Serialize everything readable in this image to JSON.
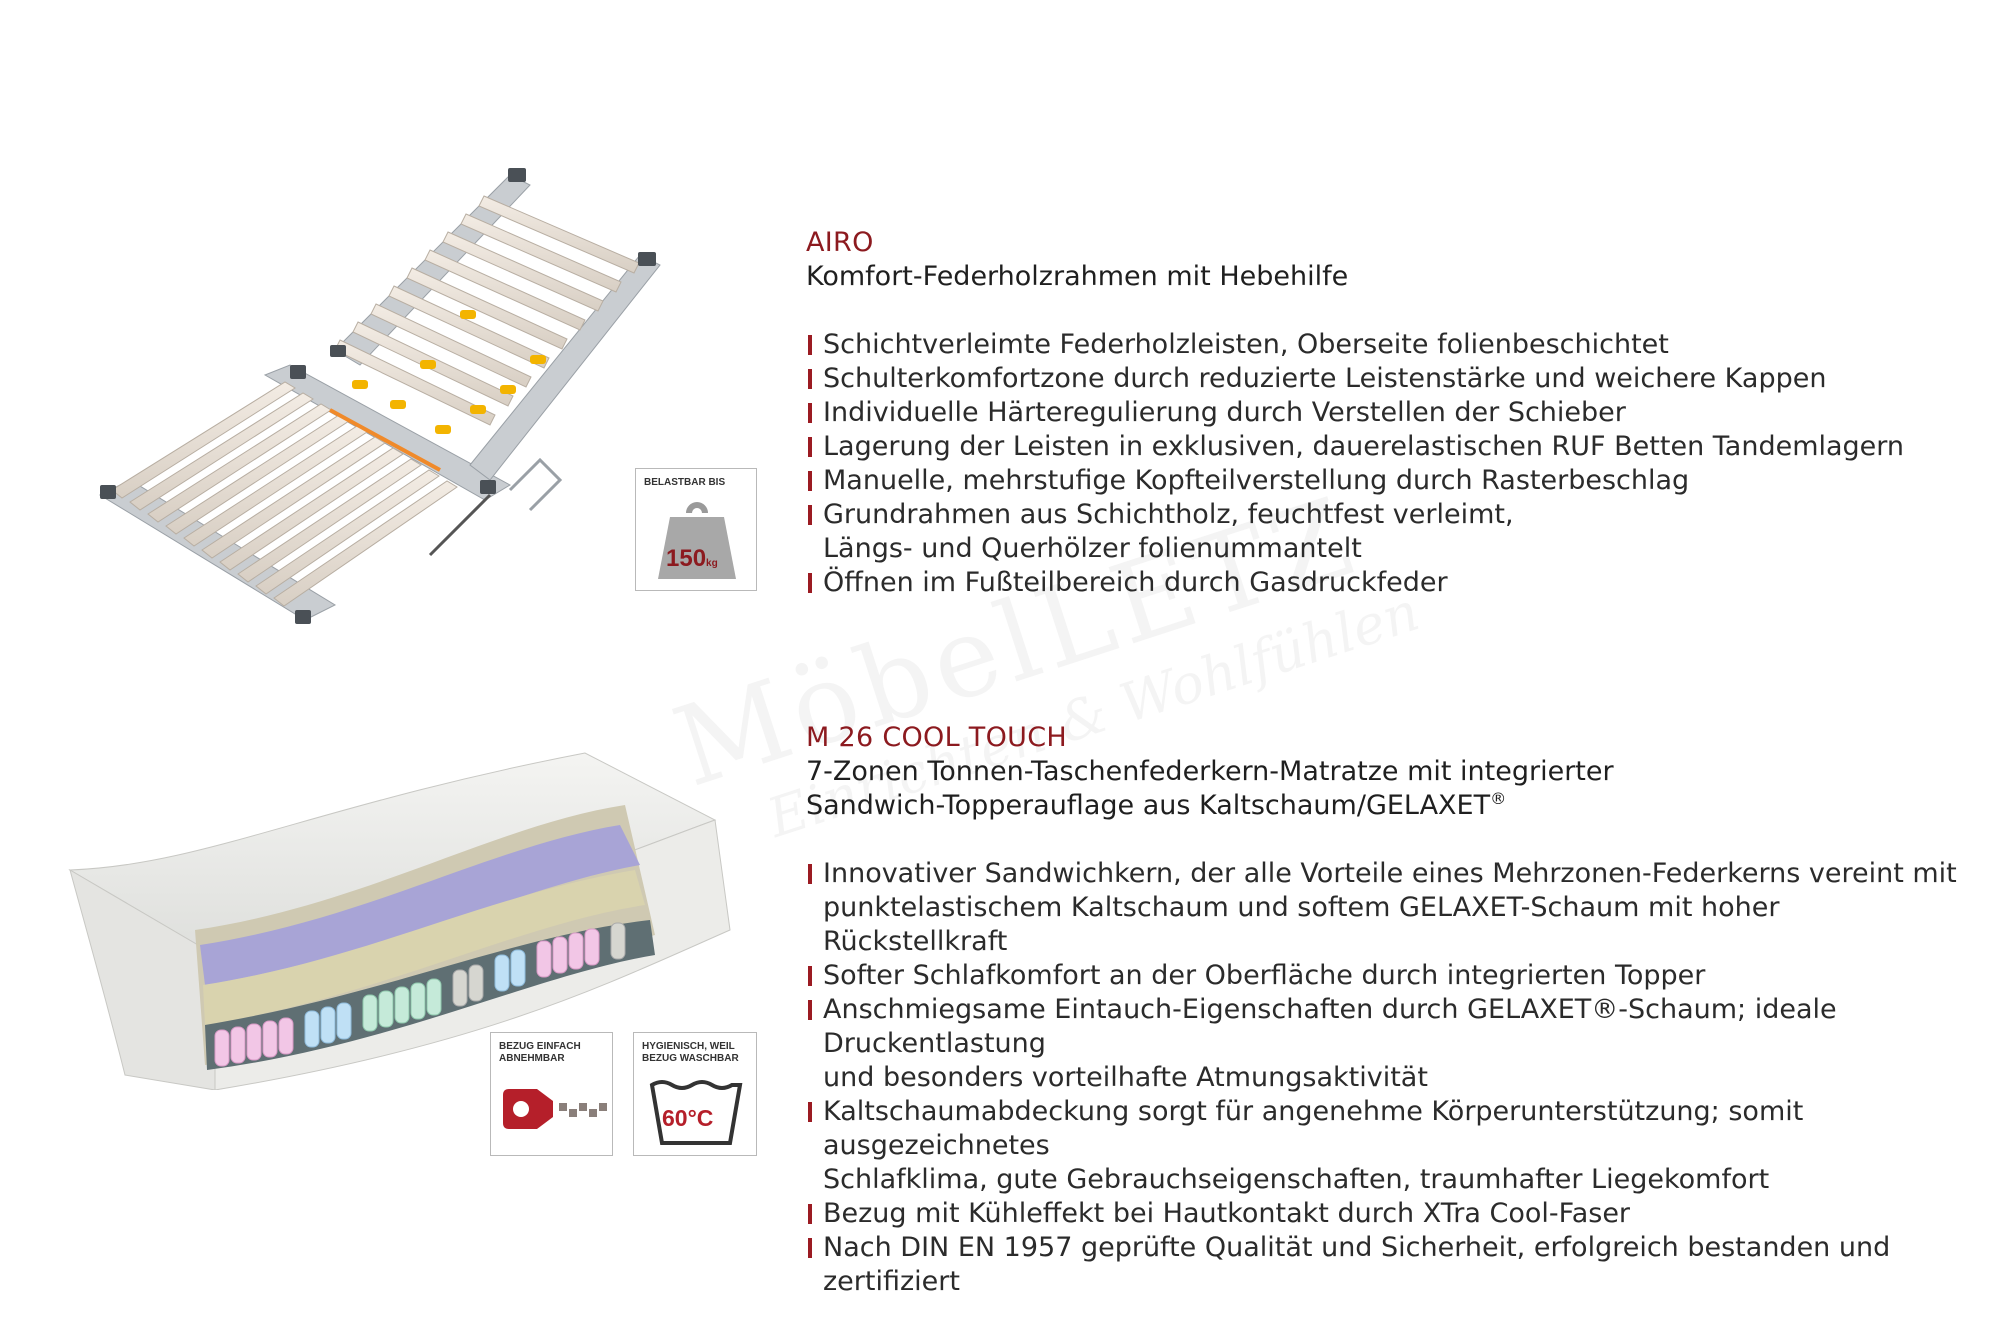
{
  "products": [
    {
      "name": "AIRO",
      "subtitle": "Komfort-Federholzrahmen mit Hebehilfe",
      "features": [
        "Schichtverleimte Federholzleisten, Oberseite folienbeschichtet",
        "Schulterkomfortzone durch reduzierte Leistenstärke und weichere Kappen",
        "Individuelle Härteregulierung durch Verstellen der Schieber",
        "Lagerung der Leisten in exklusiven, dauerelastischen RUF Betten Tandemlagern",
        "Manuelle, mehrstufige Kopfteilverstellung durch Rasterbeschlag",
        "Grundrahmen aus Schichtholz, feuchtfest verleimt,\nLängs- und Querhölzer folienummantelt",
        "Öffnen im Fußteilbereich durch Gasdruckfeder"
      ],
      "badge": {
        "caption": "BELASTBAR BIS",
        "value": "150",
        "unit": "kg"
      }
    },
    {
      "name": "M 26 COOL TOUCH",
      "subtitle_line1": "7-Zonen Tonnen-Taschenfederkern-Matratze mit integrierter",
      "subtitle_line2": "Sandwich-Topperauflage aus Kaltschaum/GELAXET",
      "subtitle_mark": "®",
      "features": [
        "Innovativer Sandwichkern, der alle Vorteile eines Mehrzonen-Federkerns vereint mit\npunktelastischem Kaltschaum und softem GELAXET-Schaum mit hoher Rückstellkraft",
        "Softer Schlafkomfort an der Oberfläche durch integrierten Topper",
        "Anschmiegsame Eintauch-Eigenschaften durch GELAXET®-Schaum; ideale Druckentlastung\nund besonders vorteilhafte Atmungsaktivität",
        "Kaltschaumabdeckung sorgt für angenehme Körperunterstützung; somit ausgezeichnetes\nSchlafklima, gute Gebrauchseigenschaften, traumhafter Liegekomfort",
        "Bezug mit Kühleffekt bei Hautkontakt durch XTra Cool-Faser",
        "Nach DIN EN 1957 geprüfte Qualität und Sicherheit, erfolgreich bestanden und zertifiziert"
      ],
      "badges": [
        {
          "caption_line1": "BEZUG EINFACH",
          "caption_line2": "ABNEHMBAR"
        },
        {
          "caption_line1": "HYGIENISCH, WEIL",
          "caption_line2": "BEZUG WASCHBAR",
          "value": "60°C"
        }
      ]
    }
  ],
  "watermark": {
    "main": "MöbelLETZ",
    "script": "Einrichten & Wohlfühlen"
  },
  "colors": {
    "accent": "#8c1a1f",
    "frame_gray": "#bfc4c8",
    "cap_dark": "#4a5056",
    "slider": "#f3b400"
  }
}
